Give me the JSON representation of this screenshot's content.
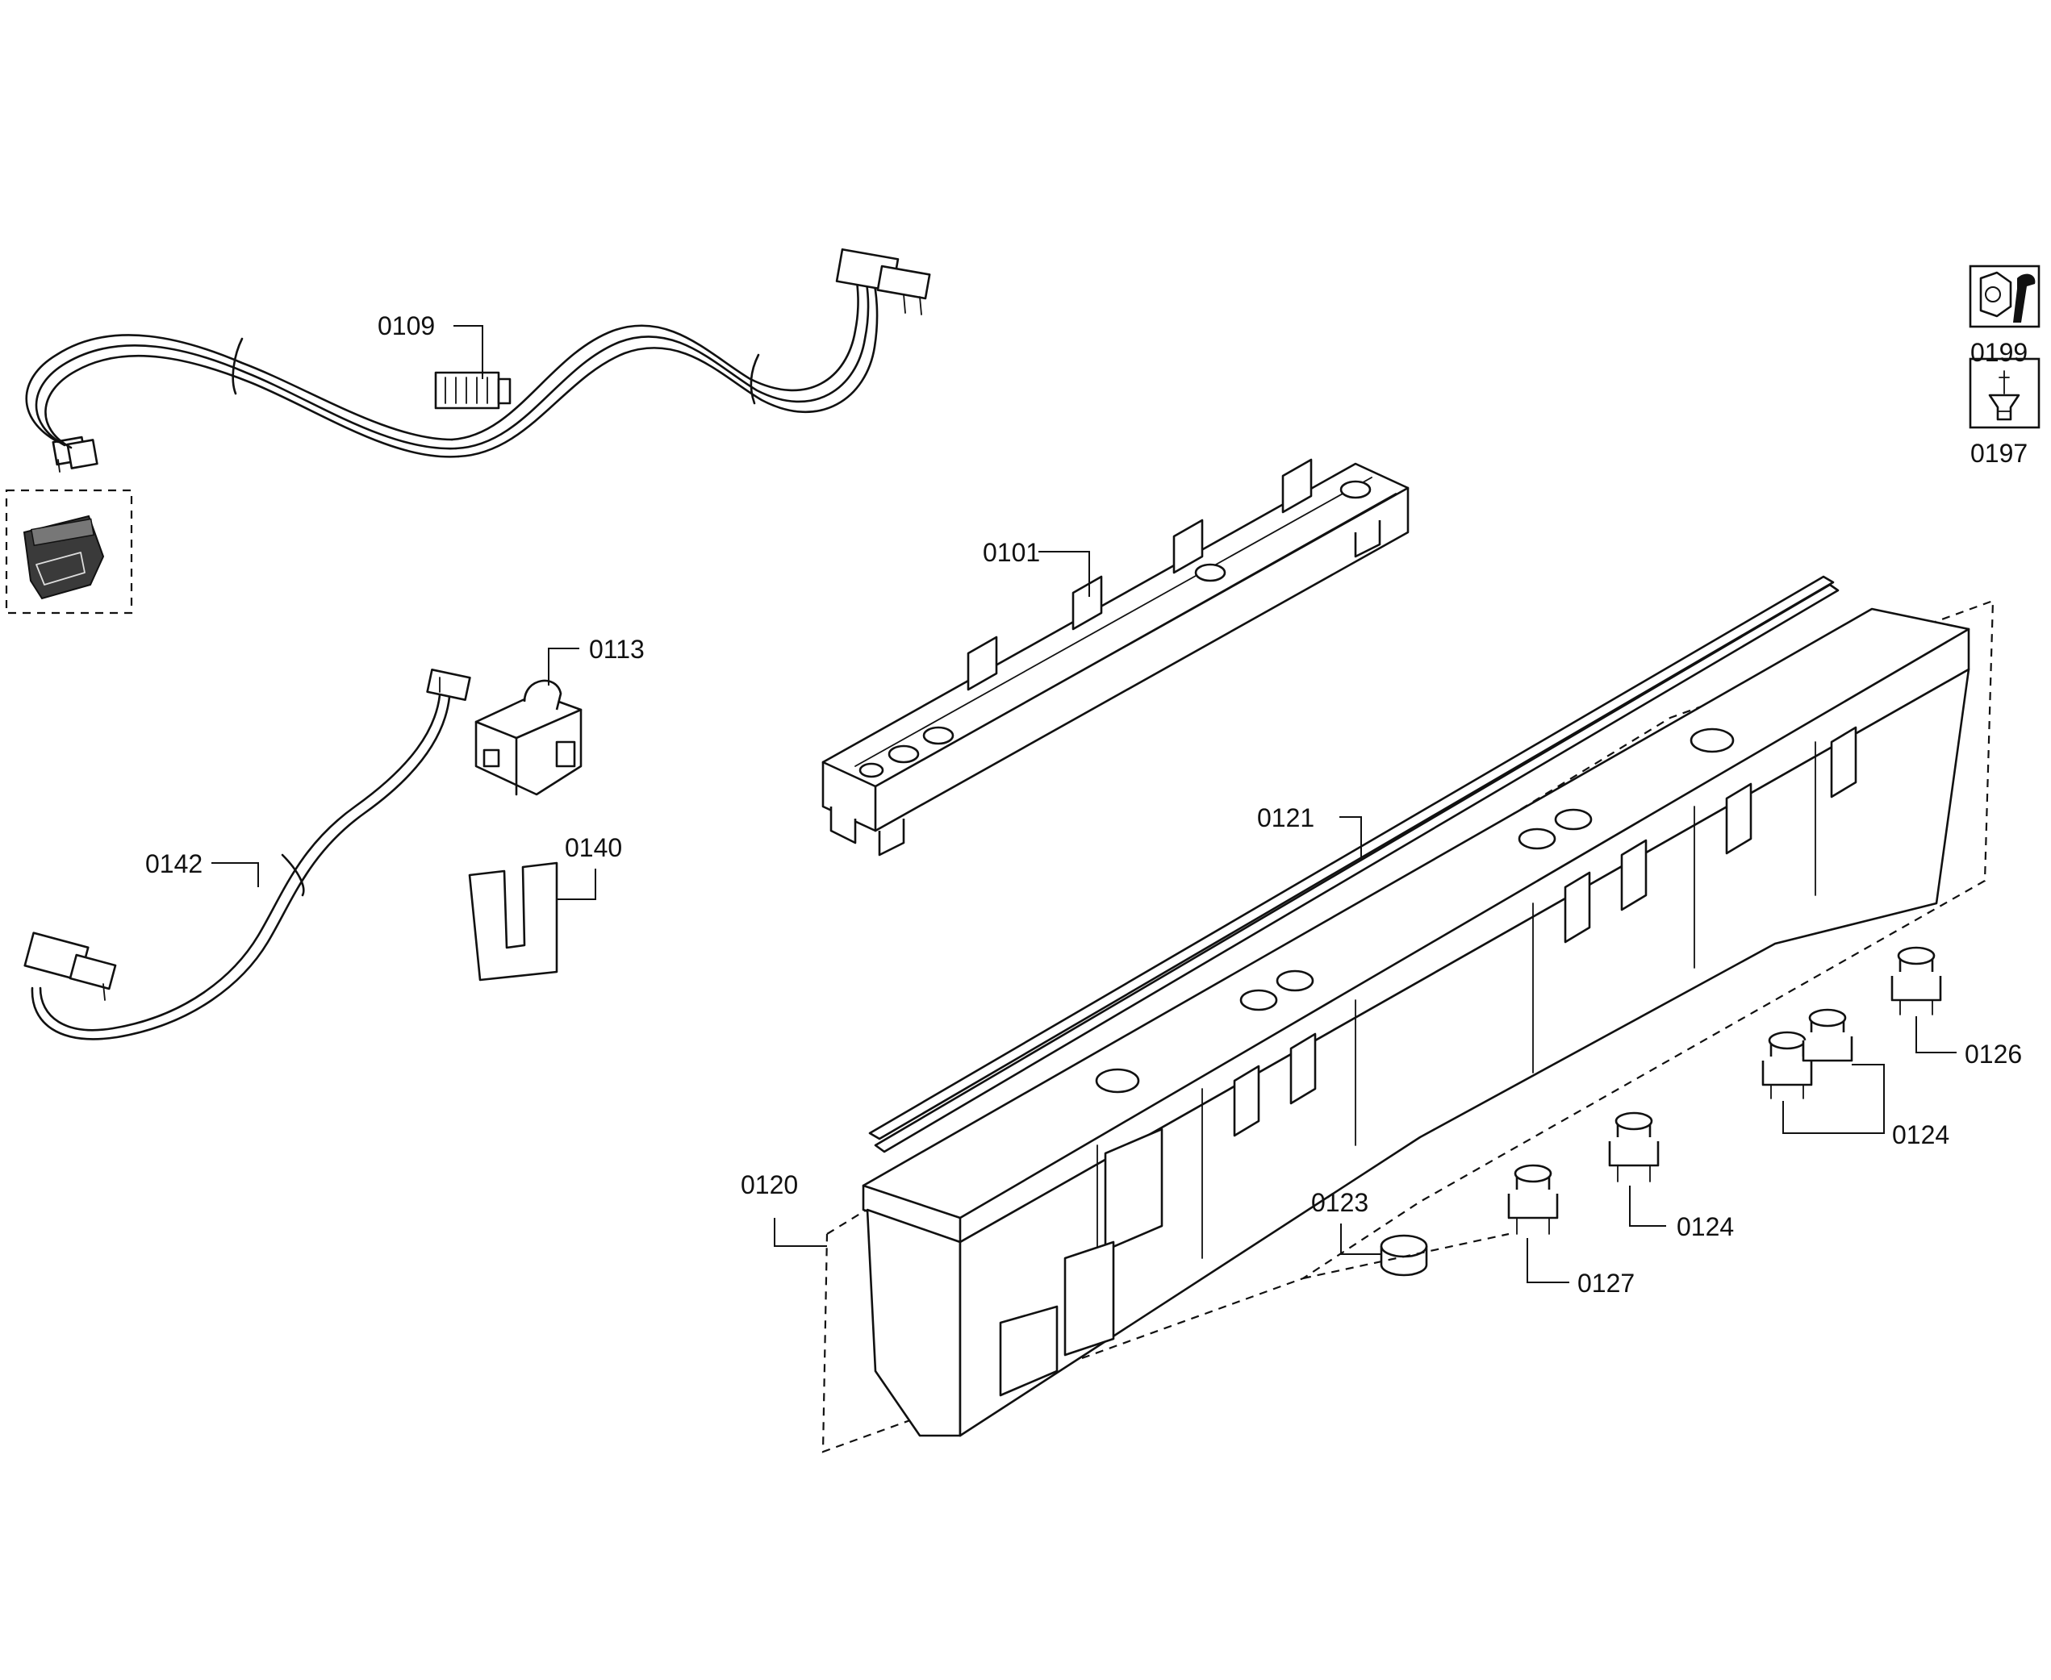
{
  "parts": [
    {
      "key": "harness_top",
      "label": "0109"
    },
    {
      "key": "control_module",
      "label": "0101"
    },
    {
      "key": "switch",
      "label": "0113"
    },
    {
      "key": "harness_bottom",
      "label": "0142"
    },
    {
      "key": "clip",
      "label": "0140"
    },
    {
      "key": "strip",
      "label": "0121"
    },
    {
      "key": "panel",
      "label": "0120"
    },
    {
      "key": "button_round",
      "label": "0123"
    },
    {
      "key": "button_127",
      "label": "0127"
    },
    {
      "key": "button_124a",
      "label": "0124"
    },
    {
      "key": "button_124b",
      "label": "0124"
    },
    {
      "key": "button_126",
      "label": "0126"
    }
  ],
  "tools": [
    {
      "key": "wrench_nut",
      "label": "0199",
      "icon": "wrench-nut-icon"
    },
    {
      "key": "screw",
      "label": "0197",
      "icon": "screw-icon"
    }
  ]
}
